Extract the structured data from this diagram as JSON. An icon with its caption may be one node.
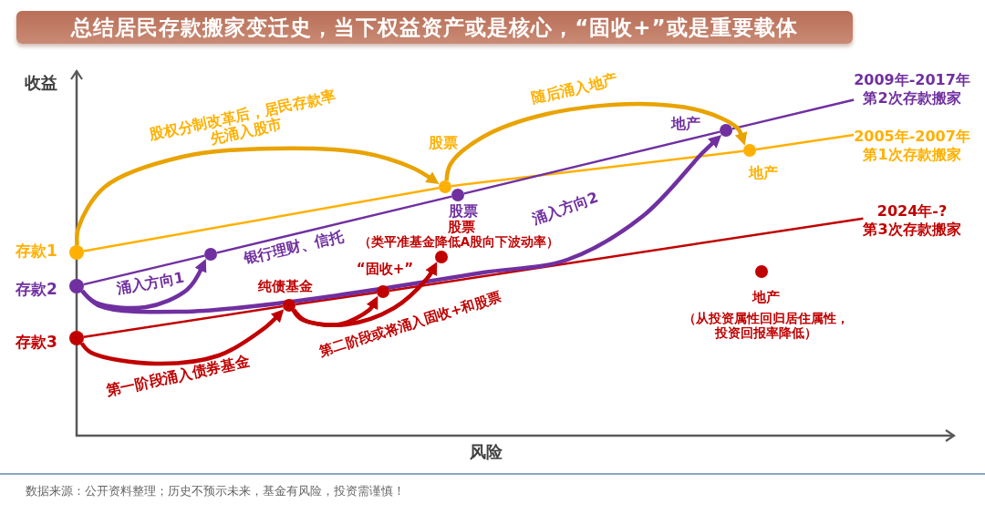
{
  "diagram": {
    "title": "总结居民存款搬家变迁史，当下权益资产或是核心，“固收+”或是重要载体",
    "caption": "数据来源：公开资料整理；历史不预示未来，基金有风险，投资需谨慎！",
    "nodes": [
      {
        "text": [],
        "shape": "circle",
        "beside": [
          "存款1"
        ]
      },
      {
        "text": [],
        "shape": "circle",
        "beside": [
          "股票"
        ]
      },
      {
        "text": [],
        "shape": "circle",
        "beside": [
          "地产"
        ]
      },
      {
        "text": [],
        "shape": "circle",
        "beside": [
          "存款2"
        ]
      },
      {
        "text": [],
        "shape": "circle",
        "beside": [
          "银行理财、信托"
        ]
      },
      {
        "text": [],
        "shape": "circle",
        "beside": [
          "股票"
        ]
      },
      {
        "text": [],
        "shape": "circle",
        "beside": [
          "地产"
        ]
      },
      {
        "text": [],
        "shape": "circle",
        "beside": [
          "存款3"
        ]
      },
      {
        "text": [],
        "shape": "circle",
        "beside": [
          "纯债基金"
        ]
      },
      {
        "text": [],
        "shape": "circle",
        "beside": [
          "“固收+”"
        ]
      },
      {
        "text": [],
        "shape": "circle",
        "beside": [
          "股票",
          "（类平准基金降低A股向下波动率）"
        ]
      },
      {
        "text": [],
        "shape": "circle",
        "beside": [
          "地产",
          "（从投资属性回归居住属性，投资回报率降低）"
        ]
      },
      {
        "text": [
          "2009年-2017年",
          "第2次存款搬家"
        ]
      },
      {
        "text": [
          "2005年-2007年",
          "第1次存款搬家"
        ]
      },
      {
        "text": [
          "2024年-?",
          "第3次存款搬家"
        ]
      }
    ],
    "edges": [
      {
        "from": 0,
        "to": 1,
        "arrow": "none",
        "color": "#ffb000"
      },
      {
        "from": 1,
        "to": 2,
        "arrow": "none",
        "color": "#ffb000"
      },
      {
        "from": 2,
        "to": 13,
        "arrow": "none",
        "color": "#ffb000"
      },
      {
        "from": 3,
        "to": 4,
        "arrow": "none",
        "color": "#7030a0"
      },
      {
        "from": 4,
        "to": 5,
        "arrow": "none",
        "color": "#7030a0"
      },
      {
        "from": 5,
        "to": 6,
        "arrow": "none",
        "color": "#7030a0"
      },
      {
        "from": 6,
        "to": 12,
        "arrow": "none",
        "color": "#7030a0"
      },
      {
        "from": 7,
        "to": 8,
        "arrow": "none",
        "color": "#c00000"
      },
      {
        "from": 8,
        "to": 9,
        "arrow": "none",
        "color": "#c00000"
      },
      {
        "from": 9,
        "to": 14,
        "arrow": "none",
        "color": "#c00000"
      },
      {
        "from": 0,
        "to": 1,
        "arrow": "to",
        "label": "股权分制改革后，居民存款率先涌入股市",
        "style": "thick",
        "color": "#e9a300"
      },
      {
        "from": 1,
        "to": 2,
        "arrow": "to",
        "label": "随后涌入地产",
        "style": "thick",
        "color": "#e9a300"
      },
      {
        "from": 3,
        "to": 4,
        "arrow": "to",
        "label": "涌入方向1",
        "style": "thick",
        "color": "#7030a0"
      },
      {
        "from": 3,
        "to": 6,
        "arrow": "to",
        "label": "涌入方向2",
        "style": "thick",
        "color": "#7030a0"
      },
      {
        "from": 7,
        "to": 8,
        "arrow": "to",
        "label": "第一阶段涌入债券基金",
        "style": "thick",
        "color": "#c00000"
      },
      {
        "from": 8,
        "to": 9,
        "arrow": "to",
        "style": "thick",
        "color": "#c00000"
      },
      {
        "from": 8,
        "to": 10,
        "arrow": "to",
        "label": "第二阶段或将涌入固收+和股票",
        "style": "thick",
        "color": "#c00000"
      }
    ],
    "labels": [
      "收益",
      "风险"
    ]
  }
}
